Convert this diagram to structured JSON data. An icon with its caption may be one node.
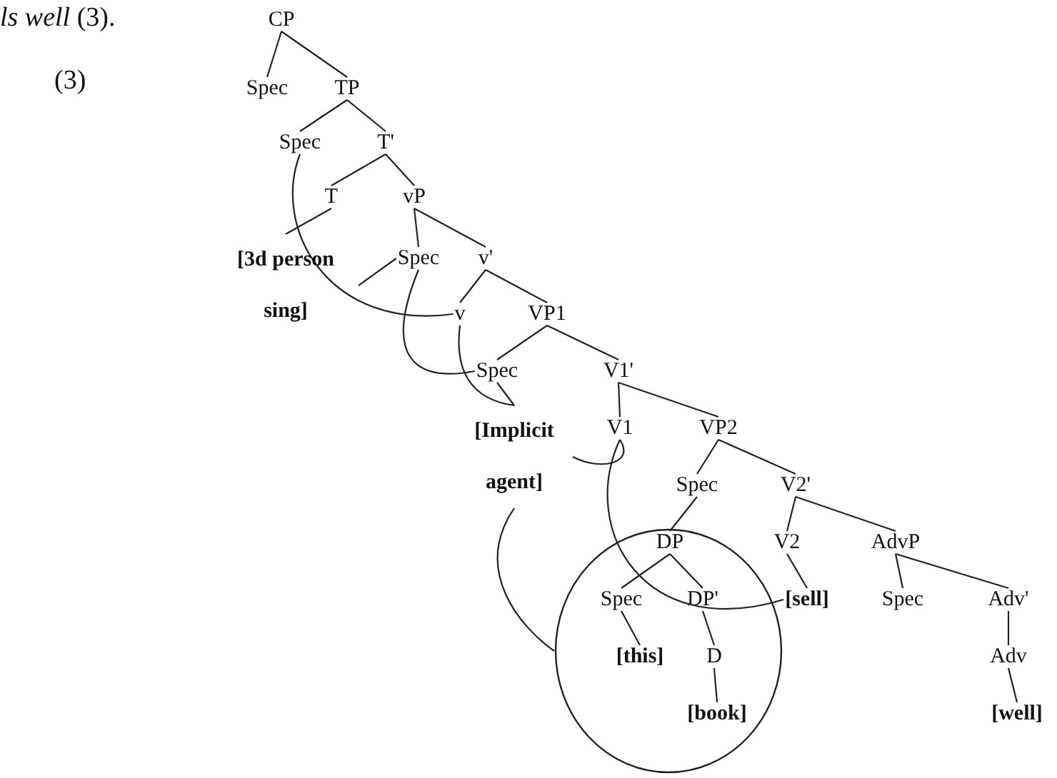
{
  "diagram": {
    "nodes": [
      {
        "text": [
          "CP"
        ]
      },
      {
        "text": [
          "Spec"
        ]
      },
      {
        "text": [
          "TP"
        ]
      },
      {
        "text": [
          "Spec"
        ]
      },
      {
        "text": [
          "T'"
        ]
      },
      {
        "text": [
          "T"
        ]
      },
      {
        "text": [
          "vP"
        ]
      },
      {
        "text": [
          "[3d person sing]"
        ]
      },
      {
        "text": [
          "Spec"
        ]
      },
      {
        "text": [
          "v'"
        ]
      },
      {
        "text": [
          "v"
        ]
      },
      {
        "text": [
          "VP1"
        ]
      },
      {
        "text": [
          "Spec"
        ]
      },
      {
        "text": [
          "V1'"
        ]
      },
      {
        "text": [
          "[Implicit agent]"
        ]
      },
      {
        "text": [
          "V1"
        ]
      },
      {
        "text": [
          "VP2"
        ]
      },
      {
        "text": [
          "Spec"
        ]
      },
      {
        "text": [
          "V2'"
        ]
      },
      {
        "text": [],
        "shape": "circle"
      },
      {
        "text": [
          "DP"
        ],
        "in": 19
      },
      {
        "text": [
          "V2"
        ]
      },
      {
        "text": [
          "AdvP"
        ]
      },
      {
        "text": [
          "Spec"
        ],
        "in": 19
      },
      {
        "text": [
          "DP'"
        ],
        "in": 19
      },
      {
        "text": [
          "[sell]"
        ]
      },
      {
        "text": [
          "Spec"
        ]
      },
      {
        "text": [
          "Adv'"
        ]
      },
      {
        "text": [
          "[this]"
        ],
        "in": 19
      },
      {
        "text": [
          "D"
        ],
        "in": 19
      },
      {
        "text": [
          "Adv"
        ]
      },
      {
        "text": [
          "[book]"
        ],
        "in": 19
      },
      {
        "text": [
          "[well]"
        ]
      }
    ],
    "edges": [
      {
        "from": 0,
        "to": 1,
        "arrow": "none"
      },
      {
        "from": 0,
        "to": 2,
        "arrow": "none"
      },
      {
        "from": 2,
        "to": 3,
        "arrow": "none"
      },
      {
        "from": 2,
        "to": 4,
        "arrow": "none"
      },
      {
        "from": 4,
        "to": 5,
        "arrow": "none"
      },
      {
        "from": 4,
        "to": 6,
        "arrow": "none"
      },
      {
        "from": 5,
        "to": 7,
        "arrow": "none"
      },
      {
        "from": 6,
        "to": 8,
        "arrow": "none"
      },
      {
        "from": 6,
        "to": 9,
        "arrow": "none"
      },
      {
        "from": 9,
        "to": 10,
        "arrow": "none"
      },
      {
        "from": 9,
        "to": 11,
        "arrow": "none"
      },
      {
        "from": 11,
        "to": 12,
        "arrow": "none"
      },
      {
        "from": 11,
        "to": 13,
        "arrow": "none"
      },
      {
        "from": 12,
        "to": 14,
        "arrow": "none"
      },
      {
        "from": 13,
        "to": 15,
        "arrow": "none"
      },
      {
        "from": 13,
        "to": 16,
        "arrow": "none"
      },
      {
        "from": 16,
        "to": 17,
        "arrow": "none"
      },
      {
        "from": 16,
        "to": 18,
        "arrow": "none"
      },
      {
        "from": 17,
        "to": 20,
        "arrow": "none"
      },
      {
        "from": 18,
        "to": 21,
        "arrow": "none"
      },
      {
        "from": 18,
        "to": 22,
        "arrow": "none"
      },
      {
        "from": 20,
        "to": 23,
        "arrow": "none"
      },
      {
        "from": 20,
        "to": 24,
        "arrow": "none"
      },
      {
        "from": 21,
        "to": 25,
        "arrow": "none"
      },
      {
        "from": 22,
        "to": 26,
        "arrow": "none"
      },
      {
        "from": 22,
        "to": 27,
        "arrow": "none"
      },
      {
        "from": 23,
        "to": 28,
        "arrow": "none"
      },
      {
        "from": 24,
        "to": 29,
        "arrow": "none"
      },
      {
        "from": 27,
        "to": 30,
        "arrow": "none"
      },
      {
        "from": 29,
        "to": 31,
        "arrow": "none"
      },
      {
        "from": 30,
        "to": 32,
        "arrow": "none"
      },
      {
        "from": 3,
        "to": 10,
        "arrow": "none"
      },
      {
        "from": 7,
        "to": 8,
        "arrow": "none"
      },
      {
        "from": 8,
        "to": 12,
        "arrow": "none"
      },
      {
        "from": 10,
        "to": 14,
        "arrow": "none"
      },
      {
        "from": 14,
        "to": 15,
        "arrow": "none"
      },
      {
        "from": 15,
        "to": 25,
        "arrow": "none"
      },
      {
        "from": 14,
        "to": 19,
        "arrow": "none"
      }
    ],
    "labels": [
      "*ls well* (3).",
      "(3)"
    ]
  }
}
